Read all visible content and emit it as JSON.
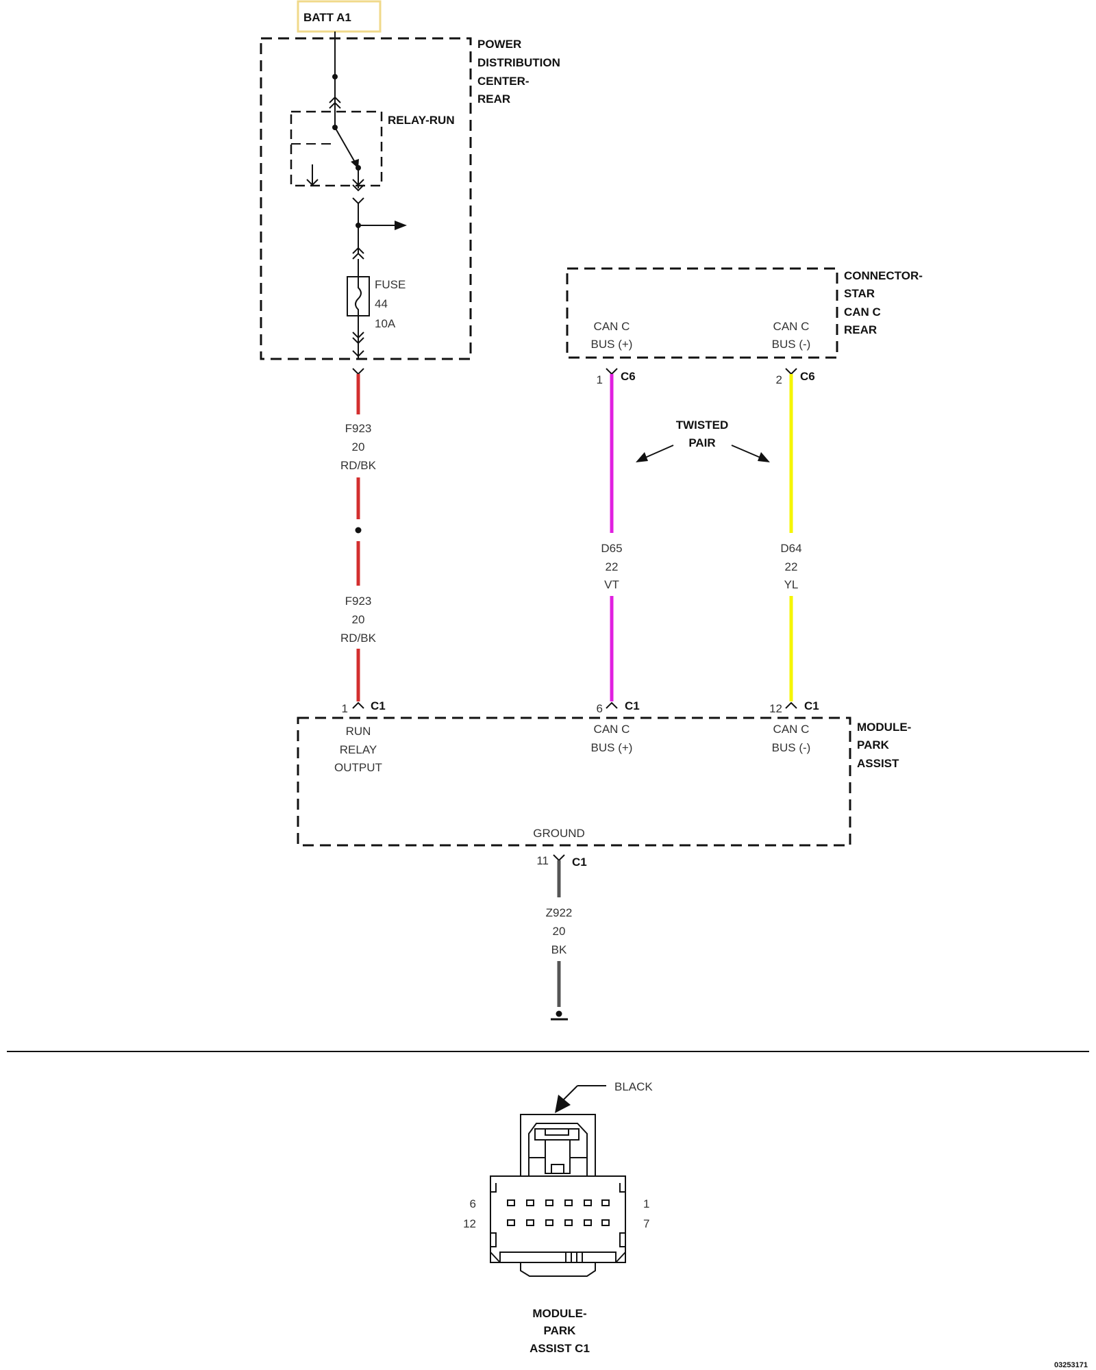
{
  "batt": {
    "label": "BATT A1"
  },
  "pdc": {
    "title_lines": [
      "POWER",
      "DISTRIBUTION",
      "CENTER-",
      "REAR"
    ],
    "relay_label": "RELAY-RUN",
    "fuse_lines": [
      "FUSE",
      "44",
      "10A"
    ]
  },
  "star": {
    "title_lines": [
      "CONNECTOR-",
      "STAR",
      "CAN C",
      "REAR"
    ],
    "pin1_lines": [
      "CAN C",
      "BUS (+)"
    ],
    "pin2_lines": [
      "CAN C",
      "BUS (-)"
    ],
    "pin1_num": "1",
    "pin2_num": "2",
    "conn": "C6"
  },
  "twisted_pair": [
    "TWISTED",
    "PAIR"
  ],
  "wires": {
    "f923_upper": [
      "F923",
      "20",
      "RD/BK"
    ],
    "f923_lower": [
      "F923",
      "20",
      "RD/BK"
    ],
    "d65": [
      "D65",
      "22",
      "VT"
    ],
    "d64": [
      "D64",
      "22",
      "YL"
    ],
    "z922": [
      "Z922",
      "20",
      "BK"
    ]
  },
  "wire_colors": {
    "red": "#d32f2f",
    "violet": "#e020e0",
    "yellow": "#f5f500",
    "black": "#555555"
  },
  "module": {
    "title_lines": [
      "MODULE-",
      "PARK",
      "ASSIST"
    ],
    "conn": "C1",
    "pin1_num": "1",
    "pin6_num": "6",
    "pin12_num": "12",
    "pin11_num": "11",
    "pin1_lines": [
      "RUN",
      "RELAY",
      "OUTPUT"
    ],
    "pin6_lines": [
      "CAN C",
      "BUS (+)"
    ],
    "pin12_lines": [
      "CAN C",
      "BUS (-)"
    ],
    "ground": "GROUND"
  },
  "connector_view": {
    "color_label": "BLACK",
    "left_top": "6",
    "left_bottom": "12",
    "right_top": "1",
    "right_bottom": "7",
    "title_lines": [
      "MODULE-",
      "PARK",
      "ASSIST C1"
    ]
  },
  "doc_id": "03253171"
}
